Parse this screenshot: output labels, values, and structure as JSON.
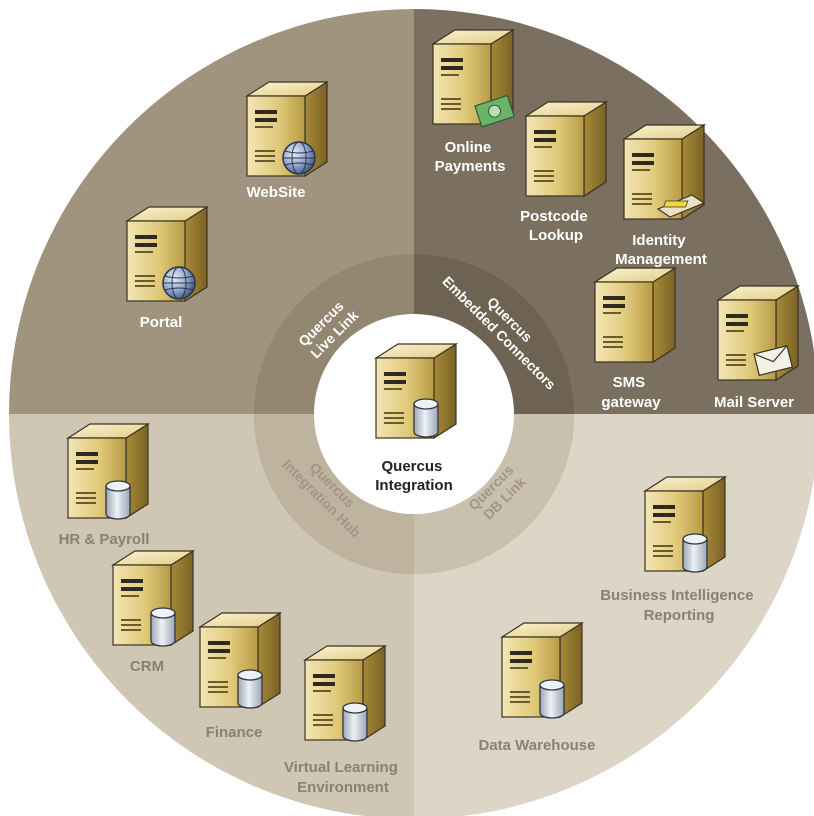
{
  "center": {
    "line1": "Quercus",
    "line2": "Integration"
  },
  "ring": {
    "live_link": {
      "line1": "Quercus",
      "line2": "Live Link"
    },
    "embedded": {
      "line1": "Quercus",
      "line2": "Embedded Connectors"
    },
    "integration_hub": {
      "line1": "Quercus",
      "line2": "Integration Hub"
    },
    "db_link": {
      "line1": "Quercus",
      "line2": "DB Link"
    }
  },
  "servers": {
    "website": {
      "label": "WebSite"
    },
    "portal": {
      "label": "Portal"
    },
    "online_payments": {
      "line1": "Online",
      "line2": "Payments"
    },
    "postcode_lookup": {
      "line1": "Postcode",
      "line2": "Lookup"
    },
    "identity_management": {
      "line1": "Identity",
      "line2": "Management"
    },
    "sms_gateway": {
      "line1": "SMS",
      "line2": "gateway"
    },
    "mail_server": {
      "label": "Mail Server"
    },
    "hr_payroll": {
      "label": "HR & Payroll"
    },
    "crm": {
      "label": "CRM"
    },
    "finance": {
      "label": "Finance"
    },
    "vle": {
      "line1": "Virtual Learning",
      "line2": "Environment"
    },
    "bi_reporting": {
      "line1": "Business Intelligence",
      "line2": "Reporting"
    },
    "data_warehouse": {
      "label": "Data Warehouse"
    }
  },
  "colors": {
    "quadrant_top_left": "#a1947e",
    "quadrant_top_right": "#7b6f5f",
    "quadrant_bottom_left": "#cfc6b3",
    "quadrant_bottom_right": "#ddd5c6",
    "ring": "#948771",
    "center": "#ffffff",
    "text_light": "#ffffff",
    "text_dark": "#76695a"
  }
}
